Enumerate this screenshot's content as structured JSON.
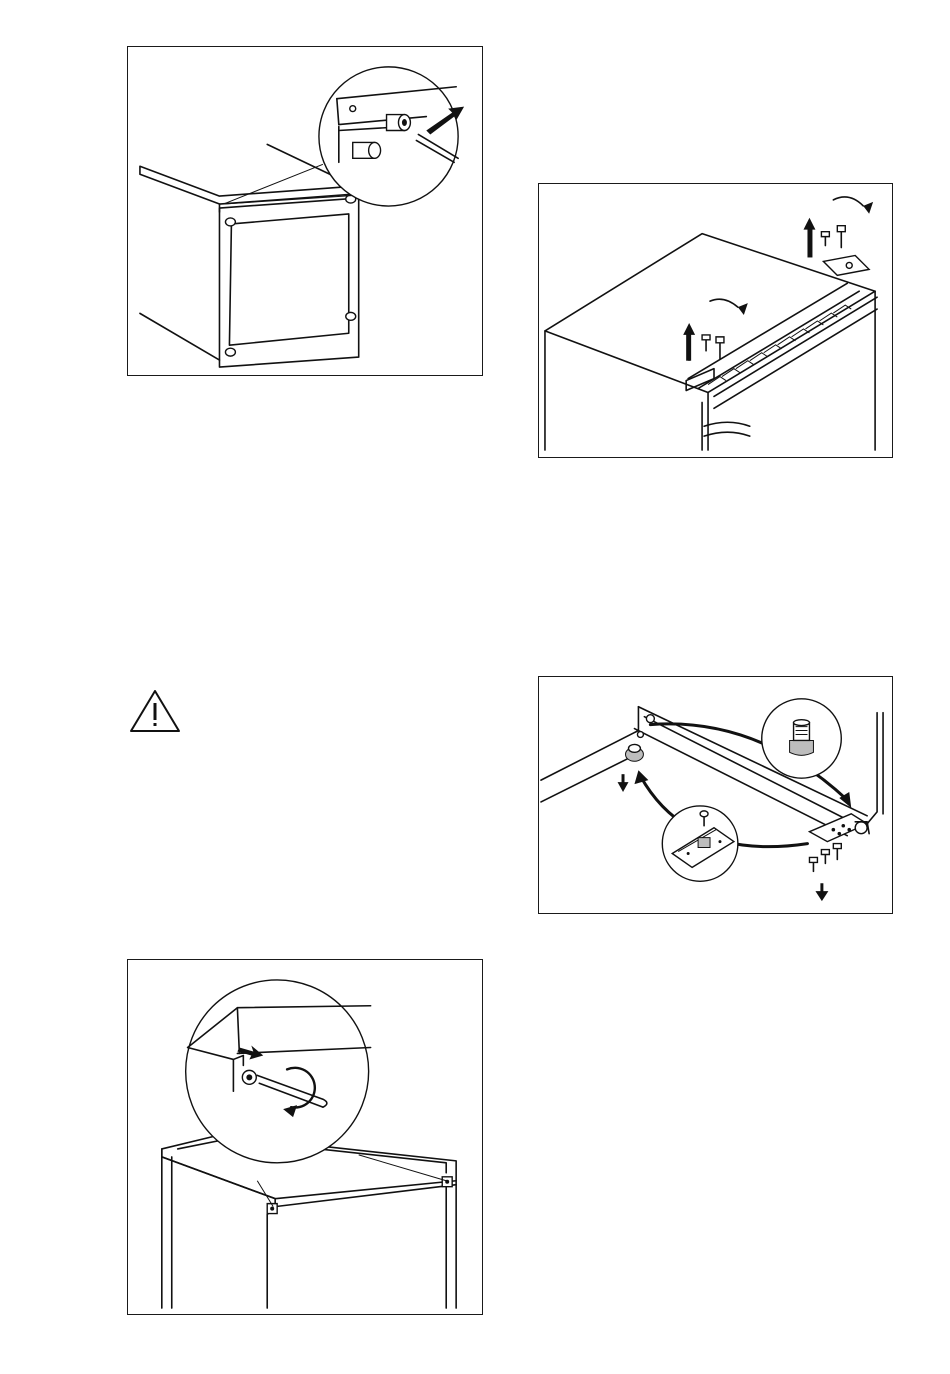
{
  "page": {
    "figures": [
      {
        "id": "fig-door-pin",
        "icon": "hinge-pin-push-illustration"
      },
      {
        "id": "fig-top-hinge",
        "icon": "top-hinge-removal-illustration"
      },
      {
        "id": "fig-bottom-hinge",
        "icon": "bottom-hinge-foot-swap-illustration"
      },
      {
        "id": "fig-top-screws",
        "icon": "top-cover-screw-illustration"
      }
    ],
    "warning": {
      "icon": "warning-icon",
      "color": "#111111"
    }
  }
}
